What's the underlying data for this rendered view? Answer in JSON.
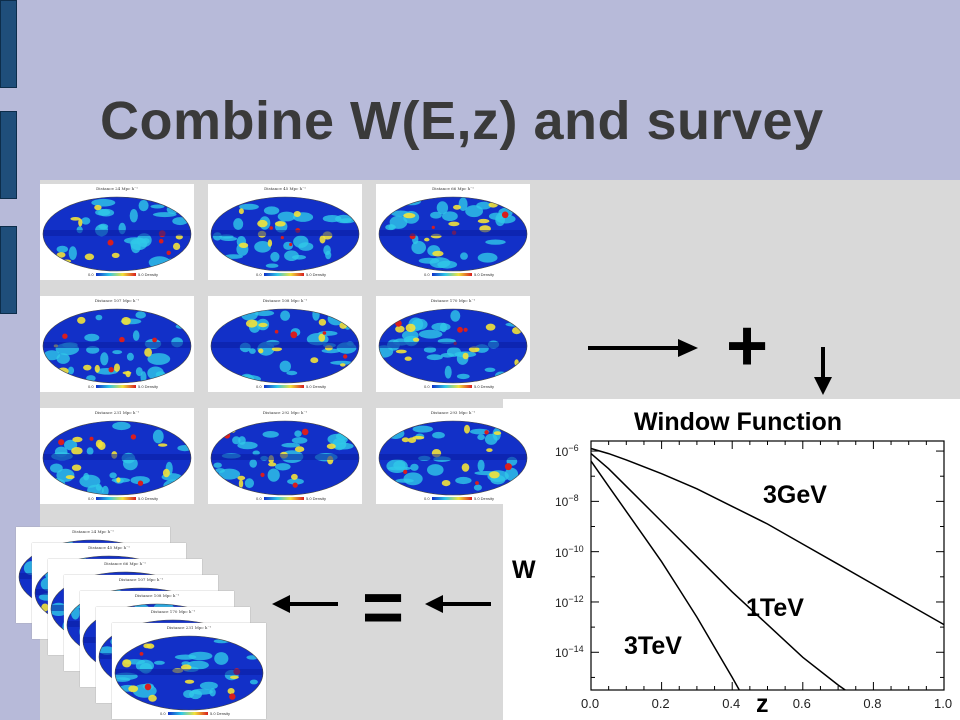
{
  "slide": {
    "title": "Combine W(E,z) and survey"
  },
  "maps": [
    {
      "label": "Distance 24 Mpc h⁻¹",
      "scale_min": "0.0",
      "scale_max": "5.0 Density"
    },
    {
      "label": "Distance 45 Mpc h⁻¹",
      "scale_min": "0.0",
      "scale_max": "5.0 Density"
    },
    {
      "label": "Distance 66 Mpc h⁻¹",
      "scale_min": "0.0",
      "scale_max": "5.0 Density"
    },
    {
      "label": "Distance 107 Mpc h⁻¹",
      "scale_min": "0.0",
      "scale_max": "5.0 Density"
    },
    {
      "label": "Distance 108 Mpc h⁻¹",
      "scale_min": "0.0",
      "scale_max": "5.0 Density"
    },
    {
      "label": "Distance 170 Mpc h⁻¹",
      "scale_min": "0.0",
      "scale_max": "5.0 Density"
    },
    {
      "label": "Distance 231 Mpc h⁻¹",
      "scale_min": "0.0",
      "scale_max": "5.0 Density"
    },
    {
      "label": "Distance 292 Mpc h⁻¹",
      "scale_min": "0.0",
      "scale_max": "5.0 Density"
    },
    {
      "label": "Distance 293 Mpc h⁻¹",
      "scale_min": "0.0",
      "scale_max": "5.0 Density"
    }
  ],
  "stack_labels": [
    "Distance 24 Mpc h⁻¹",
    "Distance 45 Mpc h⁻¹",
    "Distance 66 Mpc h⁻¹",
    "Distance 107 Mpc h⁻¹",
    "Distance 108 Mpc h⁻¹",
    "Distance 170 Mpc h⁻¹",
    "Distance 231 Mpc h⁻¹"
  ],
  "operators": {
    "plus": "+",
    "equals": "="
  },
  "colors": {
    "background": "#b7bad9",
    "content": "#d9d9d9",
    "side_tabs": "#1f4e7a",
    "title": "#3a3a3a"
  },
  "icons": [
    "arrow-right-icon",
    "arrow-down-icon",
    "arrow-left-icon"
  ],
  "chart_data": {
    "type": "line",
    "title": "Window Function",
    "xlabel": "z",
    "ylabel": "W",
    "xlim": [
      0.0,
      1.0
    ],
    "ylim_log10": [
      -15.5,
      -5.6
    ],
    "y_log_scale": true,
    "x_ticks": [
      "0.0",
      "0.2",
      "0.4",
      "0.6",
      "0.8",
      "1.0"
    ],
    "y_ticks": [
      {
        "base": "10",
        "exp": "−6",
        "log10": -6
      },
      {
        "base": "10",
        "exp": "−8",
        "log10": -8
      },
      {
        "base": "10",
        "exp": "−10",
        "log10": -10
      },
      {
        "base": "10",
        "exp": "−12",
        "log10": -12
      },
      {
        "base": "10",
        "exp": "−14",
        "log10": -14
      }
    ],
    "series": [
      {
        "name": "3GeV",
        "x": [
          0.0,
          0.05,
          0.1,
          0.2,
          0.3,
          0.4,
          0.5,
          0.6,
          0.7,
          0.8,
          0.9,
          1.0
        ],
        "log10_y": [
          -5.9,
          -6.1,
          -6.35,
          -6.9,
          -7.5,
          -8.2,
          -8.9,
          -9.7,
          -10.5,
          -11.3,
          -12.1,
          -12.9
        ]
      },
      {
        "name": "1TeV",
        "x": [
          0.0,
          0.05,
          0.1,
          0.2,
          0.3,
          0.4,
          0.5,
          0.6,
          0.7,
          0.72
        ],
        "log10_y": [
          -6.1,
          -6.7,
          -7.4,
          -8.8,
          -10.2,
          -11.6,
          -12.9,
          -14.2,
          -15.3,
          -15.5
        ]
      },
      {
        "name": "3TeV",
        "x": [
          0.0,
          0.05,
          0.1,
          0.15,
          0.2,
          0.25,
          0.3,
          0.35,
          0.4,
          0.42
        ],
        "log10_y": [
          -6.4,
          -7.4,
          -8.4,
          -9.4,
          -10.4,
          -11.5,
          -12.6,
          -13.8,
          -15.0,
          -15.5
        ]
      }
    ]
  }
}
